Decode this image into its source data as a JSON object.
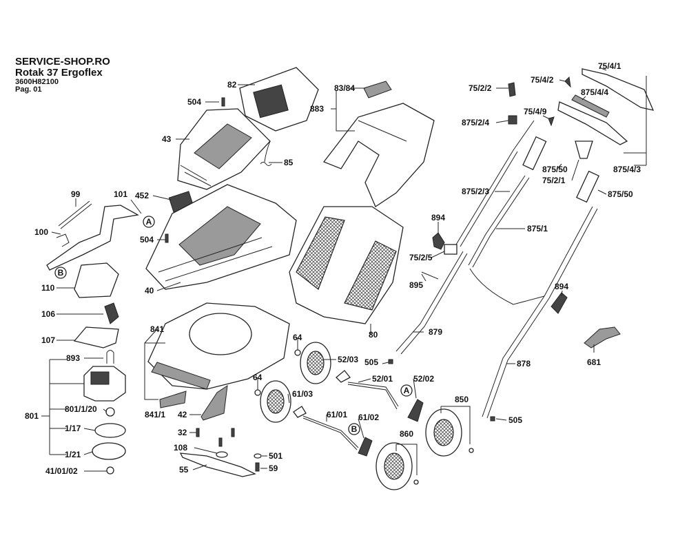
{
  "header": {
    "site": "SERVICE-SHOP.RO",
    "model": "Rotak 37 Ergoflex",
    "code": "3600H82100",
    "page": "Pag. 01"
  },
  "labels": {
    "p82": "82",
    "p504a": "504",
    "p43": "43",
    "p85": "85",
    "p452": "452",
    "p504b": "504",
    "p40": "40",
    "p99": "99",
    "p101": "101",
    "p100": "100",
    "p110": "110",
    "p106": "106",
    "p107": "107",
    "p893": "893",
    "p801": "801",
    "p801_1_20": "801/1/20",
    "p1_17": "1/17",
    "p1_21": "1/21",
    "p41_01_02": "41/01/02",
    "p841": "841",
    "p841_1": "841/1",
    "p42": "42",
    "p32": "32",
    "p108": "108",
    "p55": "55",
    "p501": "501",
    "p59": "59",
    "p64a": "64",
    "p64b": "64",
    "p52_03": "52/03",
    "p505a": "505",
    "p52_01": "52/01",
    "p52_02": "52/02",
    "p61_03": "61/03",
    "p61_01": "61/01",
    "p61_02": "61/02",
    "p860": "860",
    "p850": "850",
    "p505b": "505",
    "p80": "80",
    "p83_84": "83/84",
    "p883": "883",
    "p75_2_2": "75/2/2",
    "p875_2_4": "875/2/4",
    "p875_2_3": "875/2/3",
    "p894a": "894",
    "p75_2_5": "75/2/5",
    "p895": "895",
    "p879": "879",
    "p875_1": "875/1",
    "p878": "878",
    "p894b": "894",
    "p681": "681",
    "p75_4_2": "75/4/2",
    "p75_4_1": "75/4/1",
    "p875_4_4": "875/4/4",
    "p75_4_9": "75/4/9",
    "p875_50a": "875/50",
    "p75_2_1": "75/2/1",
    "p875_4_3": "875/4/3",
    "p875_50b": "875/50",
    "markA1": "A",
    "markB1": "B",
    "markA2": "A",
    "markB2": "B"
  }
}
